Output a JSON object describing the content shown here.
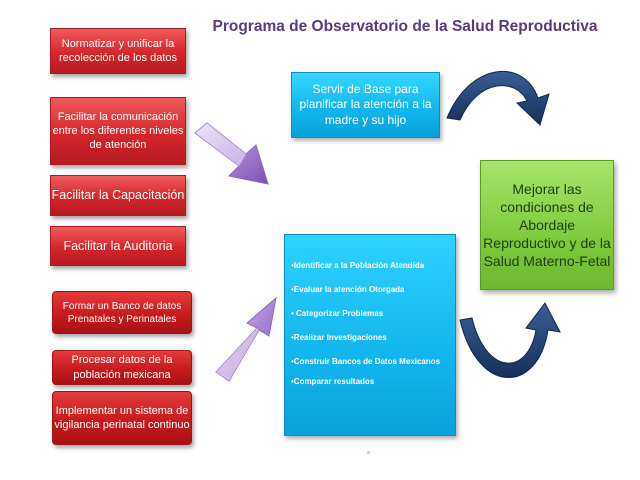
{
  "title": "Programa de Observatorio de la Salud Reproductiva",
  "left_boxes_top": [
    "Normatizar y unificar la recolección de los datos",
    "Facilitar la comunicación entre los diferentes niveles de atención",
    "Facilitar la Capacitación",
    "Facilitar la Auditoria"
  ],
  "left_boxes_bottom": [
    "Formar un Banco de datos Prenatales y Perinatales",
    "Procesar datos de la población mexicana",
    "Implementar un sistema de vigilancia perinatal continuo"
  ],
  "center_top_box": "Servir de Base para planificar la atención a la madre y su hijo",
  "center_list": [
    "•Identificar a la Población Atendida",
    "•Evaluar la atención Otorgada",
    "• Categorizar Problemas",
    "•Realizar Investigaciones",
    "•Construir Bancos de Datos Mexicanos",
    "•Comparar resultados"
  ],
  "goal_box": "Mejorar las condiciones de Abordaje Reproductivo y de la Salud Materno-Fetal",
  "colors": {
    "title": "#5b3a7e",
    "red_box": "#d4262b",
    "blue_box": "#12b5ee",
    "green_box": "#7ecb3c",
    "purple_arrow": "#9b6fc9",
    "navy_arrow": "#1f3c6e"
  }
}
